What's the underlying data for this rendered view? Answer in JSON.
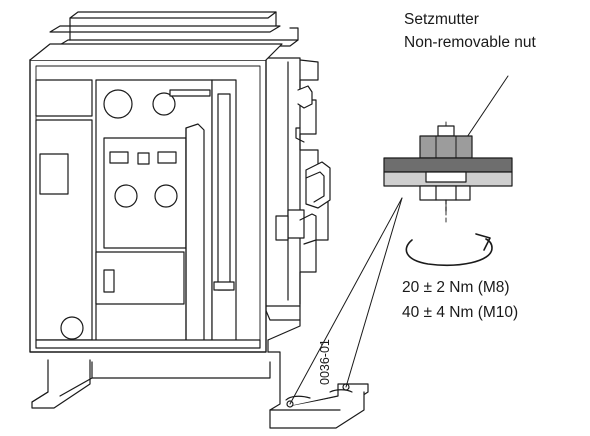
{
  "labels": {
    "nut_label_de": "Setzmutter",
    "nut_label_en": "Non-removable nut",
    "torque_m8": "20 ± 2 Nm (M8)",
    "torque_m10": "40 ± 4 Nm (M10)",
    "figure_code": "0036-01"
  },
  "colors": {
    "line": "#1a1a1a",
    "light_gray": "#cfcfcf",
    "mid_gray": "#9c9c9c",
    "dark_gray": "#6e6e6e"
  }
}
